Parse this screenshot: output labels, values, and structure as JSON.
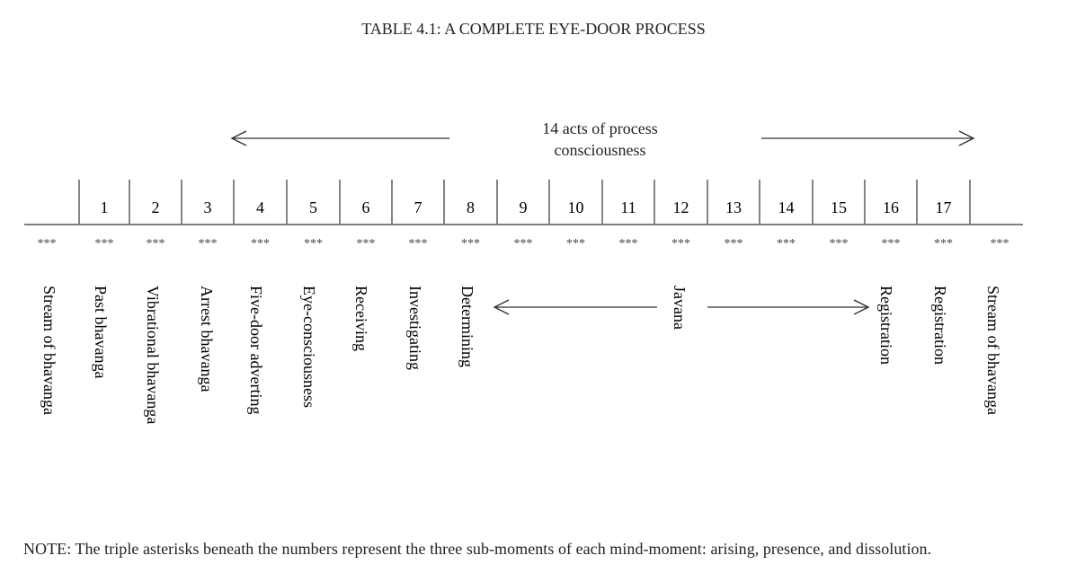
{
  "title": "TABLE 4.1: A COMPLETE EYE-DOOR PROCESS",
  "acts_label_line1": "14 acts of process",
  "acts_label_line2": "consciousness",
  "moments": [
    "1",
    "2",
    "3",
    "4",
    "5",
    "6",
    "7",
    "8",
    "9",
    "10",
    "11",
    "12",
    "13",
    "14",
    "15",
    "16",
    "17"
  ],
  "asterisks": "***",
  "labels": [
    "Stream of bhavanga",
    "Past bhavanga",
    "Vibrational bhavanga",
    "Arrest bhavanga",
    "Five-door adverting",
    "Eye-consciousness",
    "Receiving",
    "Investigating",
    "Determining",
    "Javana",
    "Registration",
    "Registration",
    "Stream of bhavanga"
  ],
  "note": "NOTE: The triple asterisks beneath the numbers represent the three sub-moments of each mind-moment: arising, presence, and dissolution."
}
